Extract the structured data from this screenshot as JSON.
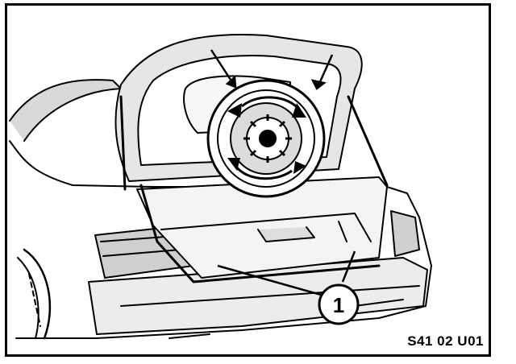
{
  "figure": {
    "reference_code": "S41 02 U01",
    "callouts": [
      {
        "label": "1"
      }
    ],
    "icons": [
      "car-rear-open-trunk-illustration",
      "rotation-arrows-icon",
      "latch-gear-icon"
    ]
  },
  "colors": {
    "ink": "#000000",
    "paper": "#ffffff",
    "tint": "#bdbdbd"
  }
}
